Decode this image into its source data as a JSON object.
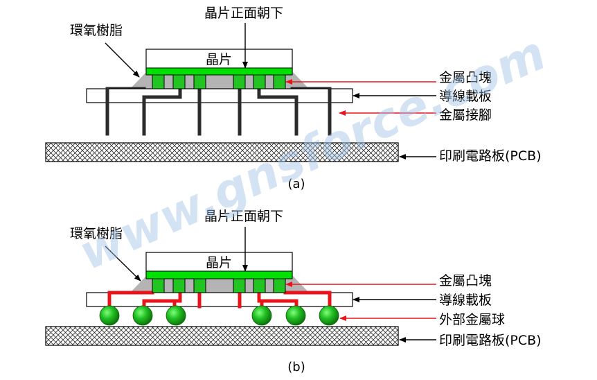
{
  "watermark": "www.gnsforce.com",
  "colors": {
    "die_green": "#00e000",
    "bump_green": "#22c422",
    "epoxy_gray": "#b4b4b4",
    "pin_dark": "#2b2b2b",
    "trace_red": "#e8141c",
    "arrow_red": "#e8141c",
    "ball_green": "#1a9e1a"
  },
  "diagram_a": {
    "caption": "(a)",
    "chip_label": "晶片",
    "labels": {
      "chip_face_down": "晶片正面朝下",
      "epoxy": "環氧樹脂",
      "metal_bump": "金屬凸塊",
      "substrate": "導線載板",
      "metal_pin": "金屬接腳",
      "pcb": "印刷電路板(PCB)"
    }
  },
  "diagram_b": {
    "caption": "(b)",
    "chip_label": "晶片",
    "labels": {
      "chip_face_down": "晶片正面朝下",
      "epoxy": "環氧樹脂",
      "metal_bump": "金屬凸塊",
      "substrate": "導線載板",
      "metal_ball": "外部金屬球",
      "pcb": "印刷電路板(PCB)"
    }
  }
}
